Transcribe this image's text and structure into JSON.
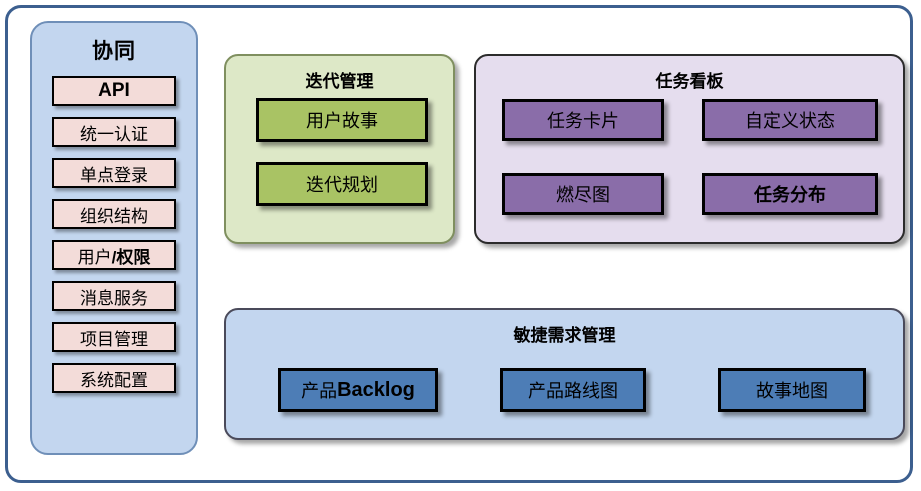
{
  "sidebar": {
    "title": "协同",
    "items": [
      {
        "label": "API",
        "style": "bold-sans"
      },
      {
        "label": "统一认证",
        "style": "serif"
      },
      {
        "label": "单点登录",
        "style": "serif"
      },
      {
        "label": "组织结构",
        "style": "serif"
      },
      {
        "label": "用户/权限",
        "style": "serif-mixed"
      },
      {
        "label": "消息服务",
        "style": "serif"
      },
      {
        "label": "项目管理",
        "style": "serif"
      },
      {
        "label": "系统配置",
        "style": "serif"
      }
    ]
  },
  "panels": {
    "iteration": {
      "title": "迭代管理",
      "fill": "#dde8c7",
      "border": "#7f8f5f",
      "items": [
        {
          "label": "用户故事"
        },
        {
          "label": "迭代规划"
        }
      ]
    },
    "taskboard": {
      "title": "任务看板",
      "fill": "#e5ddee",
      "border": "#2b2b2b",
      "items": [
        {
          "label": "任务卡片"
        },
        {
          "label": "自定义状态"
        },
        {
          "label": "燃尽图"
        },
        {
          "label": "任务分布"
        }
      ]
    },
    "agile": {
      "title": "敏捷需求管理",
      "fill": "#c3d6ef",
      "border": "#4a4a5a",
      "items": [
        {
          "label_prefix": "产品",
          "label_bold": "Backlog"
        },
        {
          "label": "产品路线图"
        },
        {
          "label": "故事地图"
        }
      ]
    }
  },
  "colors": {
    "frame_border": "#3c5f8f",
    "sidebar_fill": "#c3d6ef",
    "sidebar_border": "#6f8fb8",
    "sidebar_item_fill": "#f3dcd9",
    "green_box": "#a9c364",
    "purple_box": "#8a6da9",
    "blue_box": "#4d7db6",
    "box_border": "#000000"
  }
}
